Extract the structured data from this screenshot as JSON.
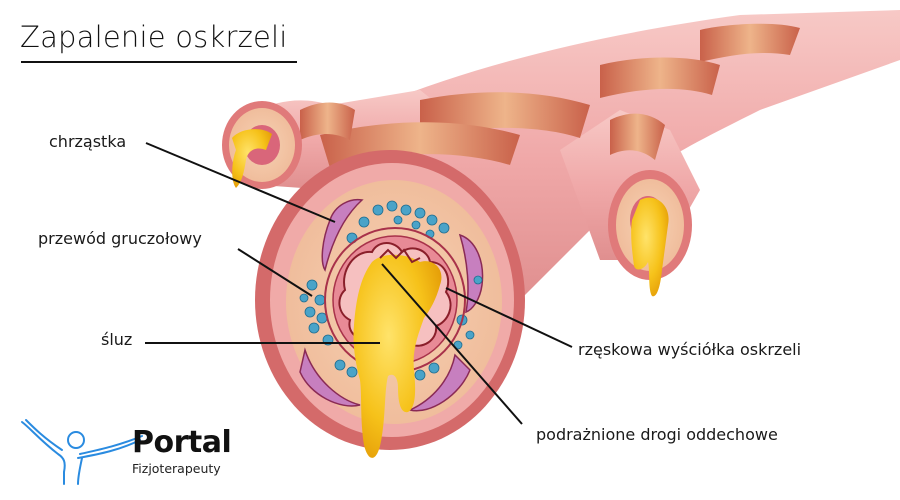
{
  "title": "Zapalenie oskrzeli",
  "labels": {
    "cartilage": "chrząstka",
    "gland_duct": "przewód gruczołowy",
    "mucus": "śluz",
    "ciliated_lining": "rzęskowa wyściółka oskrzeli",
    "irritated_airways": "podrażnione drogi oddechowe"
  },
  "logo": {
    "name": "Portal",
    "subtitle": "Fizjoterapeuty",
    "icon": "person-arms-raised-icon",
    "color": "#2a8be0"
  },
  "colors": {
    "tissue_pink": "#f2b3b3",
    "band_orange": "#d9785a",
    "outer_ring": "#d46a6a",
    "inner_tan": "#f3c8a8",
    "cartilage_purple": "#c77fbf",
    "gland_blue": "#4aa3c8",
    "mucus_yellow": "#f6c21a",
    "lumen_dark": "#8a1f2a"
  }
}
